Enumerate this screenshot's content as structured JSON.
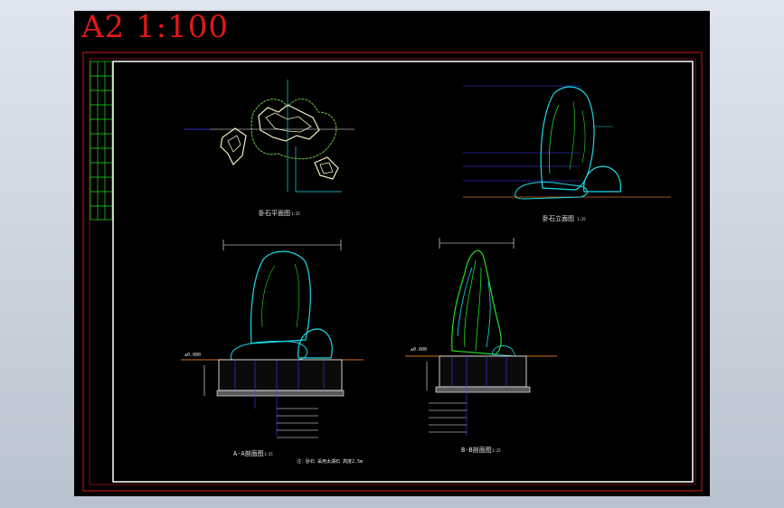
{
  "sheet": {
    "scale_title": "A2 1:100"
  },
  "views": {
    "plan_title": "卧石平面图",
    "elevation_title": "卧石立面图",
    "section_a_title": "A-A剖面图",
    "section_b_title": "B-B剖面图",
    "scale_note": "1:25"
  },
  "labels": {
    "ground_level": "±0.000",
    "note": "注：卧石 采用太湖石 高度2.5m"
  },
  "colors": {
    "border": "#d01818",
    "frame": "#ffffff",
    "stone": "#19d9ea",
    "plants": "#22e020",
    "contour": "#6ac44a",
    "dims": "#4040ff",
    "plan_stone": "#f0f0c0",
    "ground": "#d07020"
  }
}
